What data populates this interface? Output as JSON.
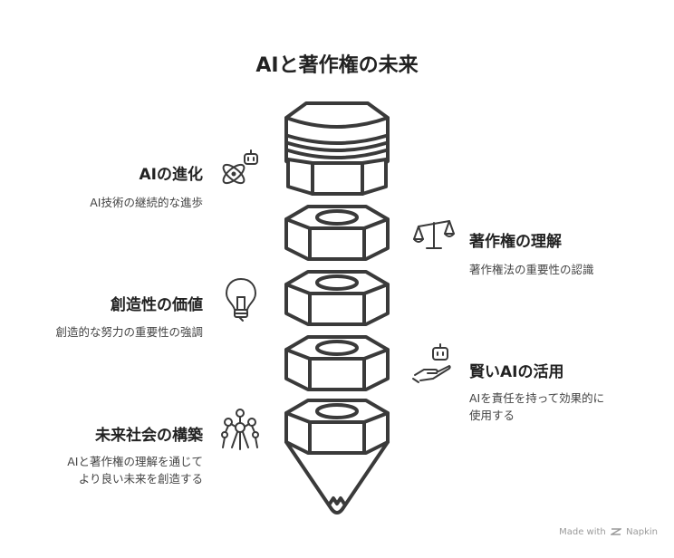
{
  "title": "AIと著作権の未来",
  "items": [
    {
      "heading": "AIの進化",
      "description": "AI技術の継続的な進歩",
      "icon": "atom-robot-icon",
      "side": "left"
    },
    {
      "heading": "著作権の理解",
      "description": "著作権法の重要性の認識",
      "icon": "scales-icon",
      "side": "right"
    },
    {
      "heading": "創造性の価値",
      "description": "創造的な努力の重要性の強調",
      "icon": "lightbulb-icon",
      "side": "left"
    },
    {
      "heading": "賢いAIの活用",
      "description": "AIを責任を持って効果的に\n使用する",
      "icon": "robot-hand-icon",
      "side": "right"
    },
    {
      "heading": "未来社会の構築",
      "description": "AIと著作権の理解を通じて\nより良い未来を創造する",
      "icon": "network-icon",
      "side": "left"
    }
  ],
  "footer": {
    "made_with": "Made with",
    "brand": "Napkin"
  },
  "colors": {
    "stroke": "#3a3a3a",
    "text": "#222222",
    "muted": "#9a9a9a"
  }
}
